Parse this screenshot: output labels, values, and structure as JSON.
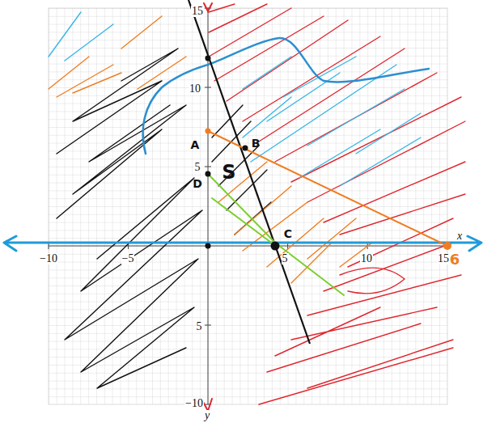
{
  "diagram": {
    "labels": [
      "15",
      "10",
      "5",
      "5",
      "−10",
      "y",
      "−10",
      "−5",
      "5",
      "10",
      "15",
      "x",
      "A",
      "B",
      "C",
      "D",
      "S",
      "6"
    ]
  }
}
